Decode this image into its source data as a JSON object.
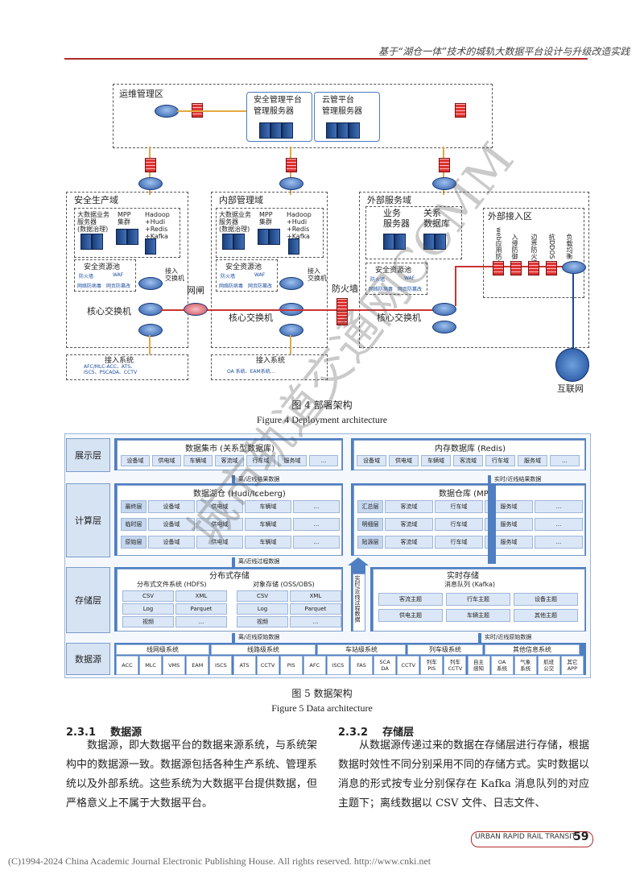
{
  "header": {
    "title": "基于“湖仓一体”技术的城轨大数据平台设计与升级改造实践"
  },
  "fig4": {
    "ops_zone": "运维管理区",
    "sec_mgmt": "安全管理平台\n管理服务器",
    "cloud_mgmt": "云管平台\n管理服务器",
    "safety_zone": "安全生产域",
    "internal_zone": "内部管理域",
    "external_zone": "外部服务域",
    "bigdata_srv": "大数据业务\n服务器\n(数据治理)",
    "mpp": "MPP\n集群",
    "hadoop": "Hadoop\n+Hudi\n+Redis\n+Kafka",
    "sec_pool": "安全资源池",
    "firewall_s": "防火墙",
    "waf": "WAF",
    "antivirus": "网络防病毒",
    "anti_tamper": "网页防篡改",
    "access_switch": "接入\n交换机",
    "gateway": "网闸",
    "firewall": "防火墙",
    "core_switch": "核心交换机",
    "access_sys": "接入系统",
    "access_sys_list1": "AFC/MLC-ACC、ATS、\nISCS、PSCADA、CCTV",
    "access_sys_list2": "OA 系统、EAM系统...",
    "biz_server": "业务\n服务器",
    "rel_db": "关系\n数据库",
    "ext_access": "外部接入区",
    "web_fw": "web应用防火墙",
    "intrusion": "入侵防御",
    "border_fw": "边界防火墙",
    "anti_ddos": "抗DDOS",
    "lb": "负载均衡",
    "internet": "互联网",
    "caption_cn": "图 4    部署架构",
    "caption_en": "Figure 4    Deployment architecture"
  },
  "fig5": {
    "layers": [
      "展示层",
      "计算层",
      "存储层",
      "数据源"
    ],
    "mart_title": "数据集市 (关系型数据库)",
    "mem_title": "内存数据库 (Redis)",
    "mart_cells": [
      "设备域",
      "供电域",
      "车辆域",
      "客流域",
      "行车域",
      "服务域",
      "..."
    ],
    "mem_cells": [
      "设备域",
      "供电域",
      "车辆域",
      "客流域",
      "行车域",
      "服务域",
      "..."
    ],
    "flow_offline_result": "离/近线结果数据",
    "flow_realtime_result": "实时/近线结果数据",
    "lake_title": "数据湖仓 (Hudi/Iceberg)",
    "lake_rows": [
      {
        "name": "最终层",
        "cells": [
          "设备域",
          "供电域",
          "车辆域",
          "..."
        ]
      },
      {
        "name": "临时层",
        "cells": [
          "设备域",
          "供电域",
          "车辆域",
          "..."
        ]
      },
      {
        "name": "原始层",
        "cells": [
          "设备域",
          "供电域",
          "车辆域",
          "..."
        ]
      }
    ],
    "dw_title": "数据仓库 (MPP)",
    "dw_rows": [
      {
        "name": "汇总层",
        "cells": [
          "客流域",
          "行车域",
          "服务域",
          "..."
        ]
      },
      {
        "name": "明细层",
        "cells": [
          "客流域",
          "行车域",
          "服务域",
          "..."
        ]
      },
      {
        "name": "贴源层",
        "cells": [
          "客流域",
          "行车域",
          "服务域",
          "..."
        ]
      }
    ],
    "flow_offline_process": "离/近线过程数据",
    "dist_title": "分布式存储",
    "hdfs_title": "分布式文件系统 (HDFS)",
    "hdfs_cells": [
      "CSV",
      "XML",
      "Log",
      "Parquet",
      "视频",
      "..."
    ],
    "oss_title": "对象存储 (OSS/OBS)",
    "oss_cells": [
      "CSV",
      "XML",
      "Log",
      "Parquet",
      "视频",
      "..."
    ],
    "rt_side": "实时/近线过程数据",
    "rt_title": "实时存储",
    "kafka_title": "消息队列 (Kafka)",
    "kafka_cells": [
      "客流主题",
      "行车主题",
      "设备主题",
      "供电主题",
      "车辆主题",
      "其他主题"
    ],
    "flow_offline_raw": "离/近线原始数据",
    "flow_realtime_raw": "实时/近线原始数据",
    "src_groups": [
      "线网级系统",
      "线路级系统",
      "车站级系统",
      "列车级系统",
      "其他信息系统"
    ],
    "src_items": [
      "ACC",
      "MLC",
      "VMS",
      "EAM",
      "ISCS",
      "ATS",
      "CCTV",
      "PIS",
      "AFC",
      "ISCS",
      "FAS",
      "SCA\nDA",
      "CCTV",
      "列车\nPIS",
      "列车\nCCTV",
      "自主\n感知",
      "OA\n系统",
      "气象\n系统",
      "航班\n公交",
      "其它\nAPP"
    ],
    "caption_cn": "图 5    数据架构",
    "caption_en": "Figure 5    Data architecture"
  },
  "sec_231": {
    "heading": "2.3.1    数据源",
    "body": "数据源，即大数据平台的数据来源系统，与系统架构中的数据源一致。数据源包括各种生产系统、管理系统以及外部系统。这些系统为大数据平台提供数据，但严格意义上不属于大数据平台。"
  },
  "sec_232": {
    "heading": "2.3.2    存储层",
    "body": "从数据源传递过来的数据在存储层进行存储，根据数据时效性不同分别采用不同的存储方式。实时数据以消息的形式按专业分别保存在 Kafka 消息队列的对应主题下；离线数据以 CSV 文件、日志文件、"
  },
  "footer": {
    "journal": "URBAN RAPID RAIL TRANSIT",
    "page": "59",
    "copyright": "(C)1994-2024 China Academic Journal Electronic Publishing House. All rights reserved.    http://www.cnki.net"
  },
  "watermark": "城市轨道交通网CCMM",
  "colors": {
    "accent_red": "#b22a2a",
    "diagram_blue": "#4f7fc2",
    "cell_blue": "#dbe7f6"
  }
}
